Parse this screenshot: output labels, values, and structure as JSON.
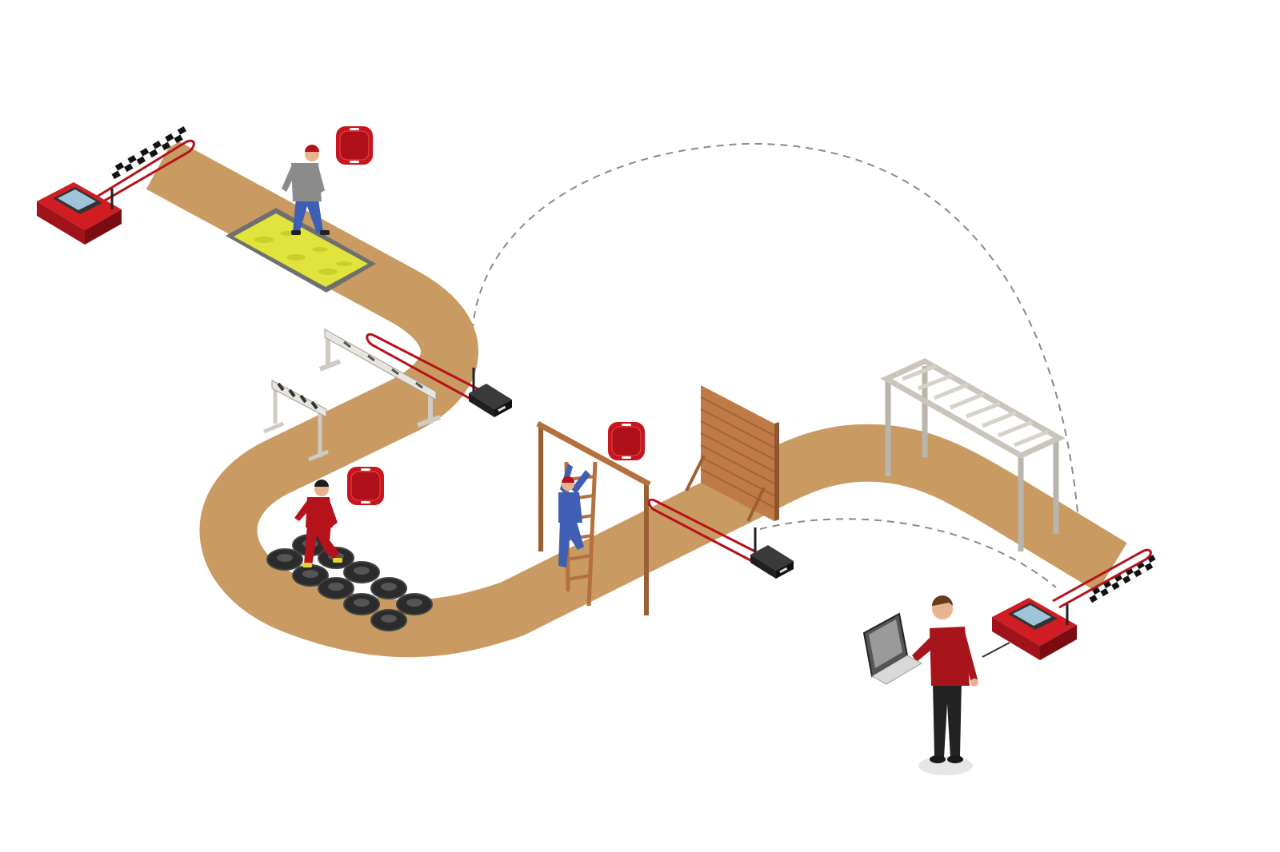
{
  "colors": {
    "background": "#ffffff",
    "track": "#c99b62",
    "track_edge": "#b98a52",
    "device_red": "#b5121b",
    "device_dark": "#7a0d12",
    "cable_red": "#b5121b",
    "sand": "#e1e43c",
    "wood": "#b5703f",
    "metal": "#c9c5bd",
    "tire": "#2b2b2b",
    "hurdle_stripe": "#555555",
    "dashed_link": "#8a8a8a",
    "skin": "#e7b48f",
    "athlete_gray_shirt": "#8b8b8b",
    "athlete_blue_pants": "#3e5fb3",
    "athlete_red_suit": "#b5121b",
    "operator_shirt": "#a8141b",
    "operator_pants": "#222222"
  },
  "stations": [
    {
      "name": "timer-start-left",
      "icon": "timing-console-icon"
    },
    {
      "name": "sand-pit",
      "icon": "sand-pit-icon"
    },
    {
      "name": "hurdles",
      "icon": "hurdle-icon"
    },
    {
      "name": "tire-run",
      "icon": "tire-obstacle-icon"
    },
    {
      "name": "ladder-climb",
      "icon": "ladder-icon"
    },
    {
      "name": "wooden-wall",
      "icon": "wall-obstacle-icon"
    },
    {
      "name": "monkey-bars",
      "icon": "monkey-bars-icon"
    },
    {
      "name": "timer-finish-right",
      "icon": "timing-console-icon"
    }
  ],
  "markers": [
    {
      "name": "contact-pad-sand",
      "icon": "red-contact-pad-icon"
    },
    {
      "name": "contact-pad-tires",
      "icon": "red-contact-pad-icon"
    },
    {
      "name": "contact-pad-ladder",
      "icon": "red-contact-pad-icon"
    }
  ],
  "people": [
    {
      "name": "athlete-sand",
      "icon": "person-standing-icon"
    },
    {
      "name": "athlete-tires",
      "icon": "person-running-icon"
    },
    {
      "name": "athlete-ladder",
      "icon": "person-climbing-icon"
    },
    {
      "name": "operator",
      "icon": "person-with-laptop-icon"
    }
  ],
  "radio_modules": [
    {
      "name": "radio-transmitter-1",
      "icon": "radio-antenna-icon"
    },
    {
      "name": "radio-transmitter-2",
      "icon": "radio-antenna-icon"
    }
  ]
}
